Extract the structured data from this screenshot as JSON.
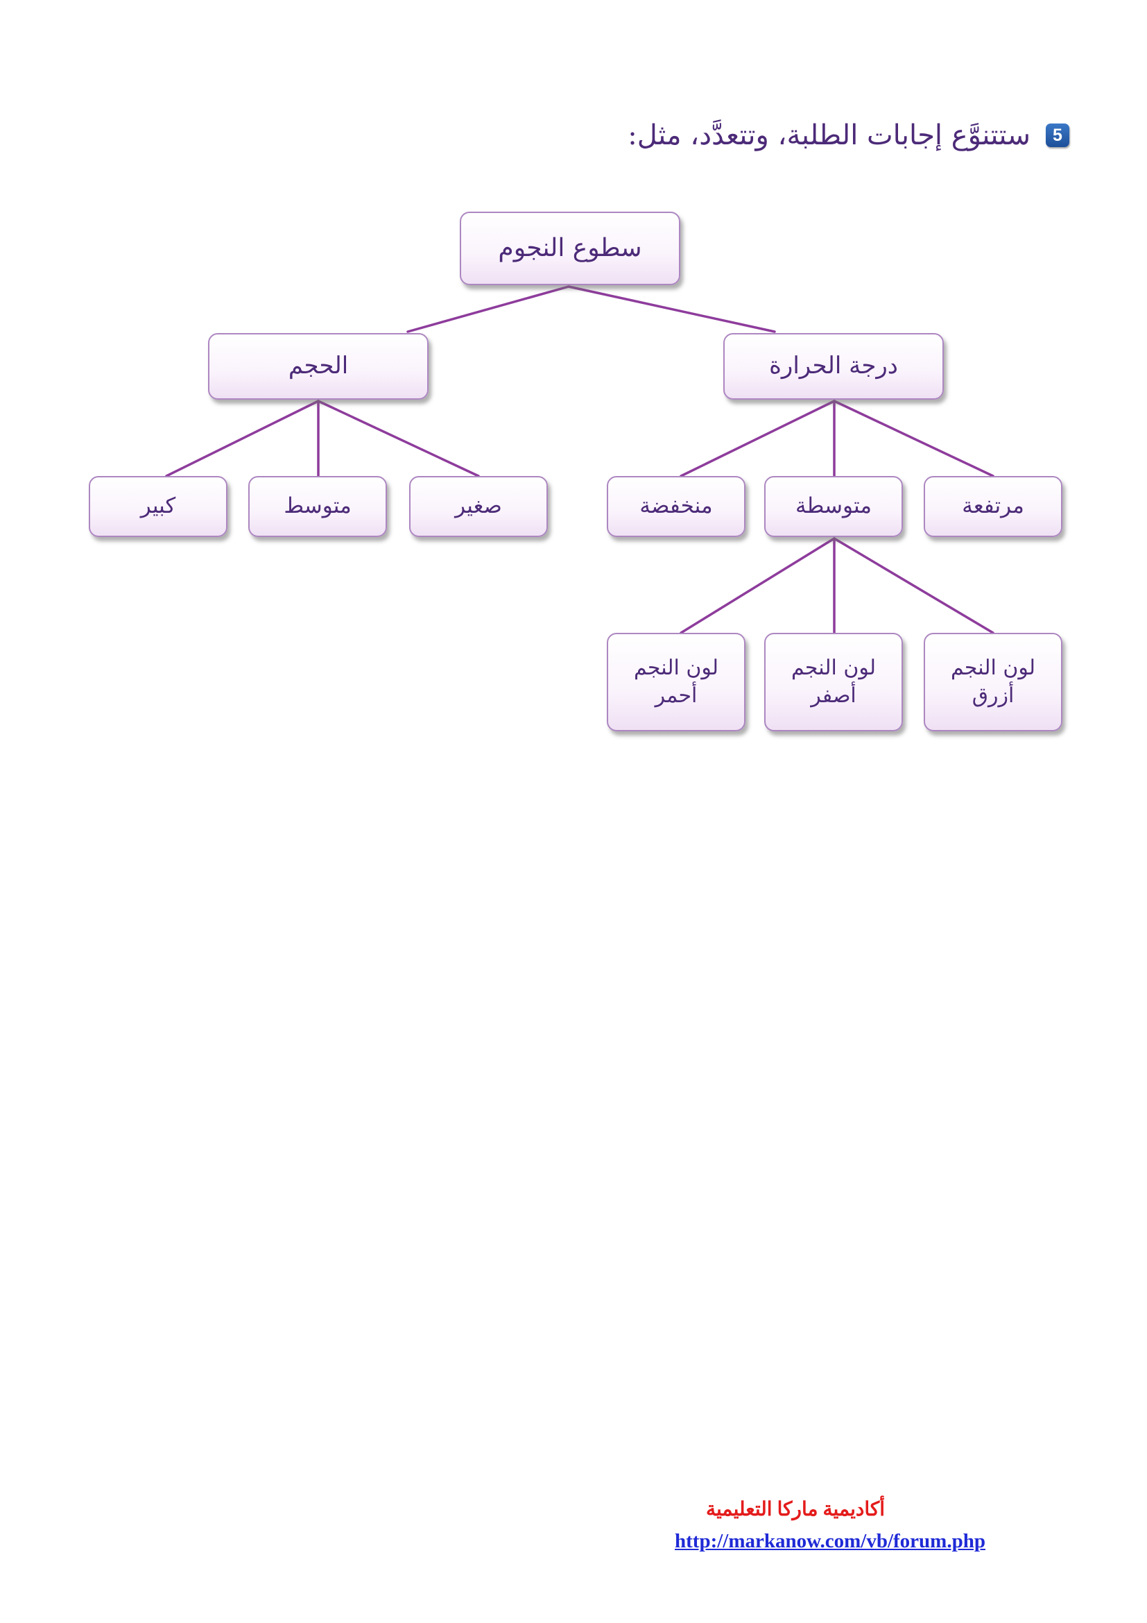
{
  "question": {
    "number": "5",
    "text": "ستتنوَّع إجابات الطلبة، وتتعدَّد، مثل:"
  },
  "diagram": {
    "root": "سطوع النجوم",
    "temperature": "درجة الحرارة",
    "size": "الحجم",
    "temp_high": "مرتفعة",
    "temp_medium": "متوسطة",
    "temp_low": "منخفضة",
    "size_small": "صغير",
    "size_medium": "متوسط",
    "size_large": "كبير",
    "color_blue": {
      "line1": "لون النجم",
      "line2": "أزرق"
    },
    "color_yellow": {
      "line1": "لون النجم",
      "line2": "أصفر"
    },
    "color_red": {
      "line1": "لون النجم",
      "line2": "أحمر"
    },
    "line_color": "#8e3c9c",
    "text_color": "#4c2a78"
  },
  "footer": {
    "academy": "أكاديمية ماركا التعليمية",
    "url": "http://markanow.com/vb/forum.php"
  }
}
